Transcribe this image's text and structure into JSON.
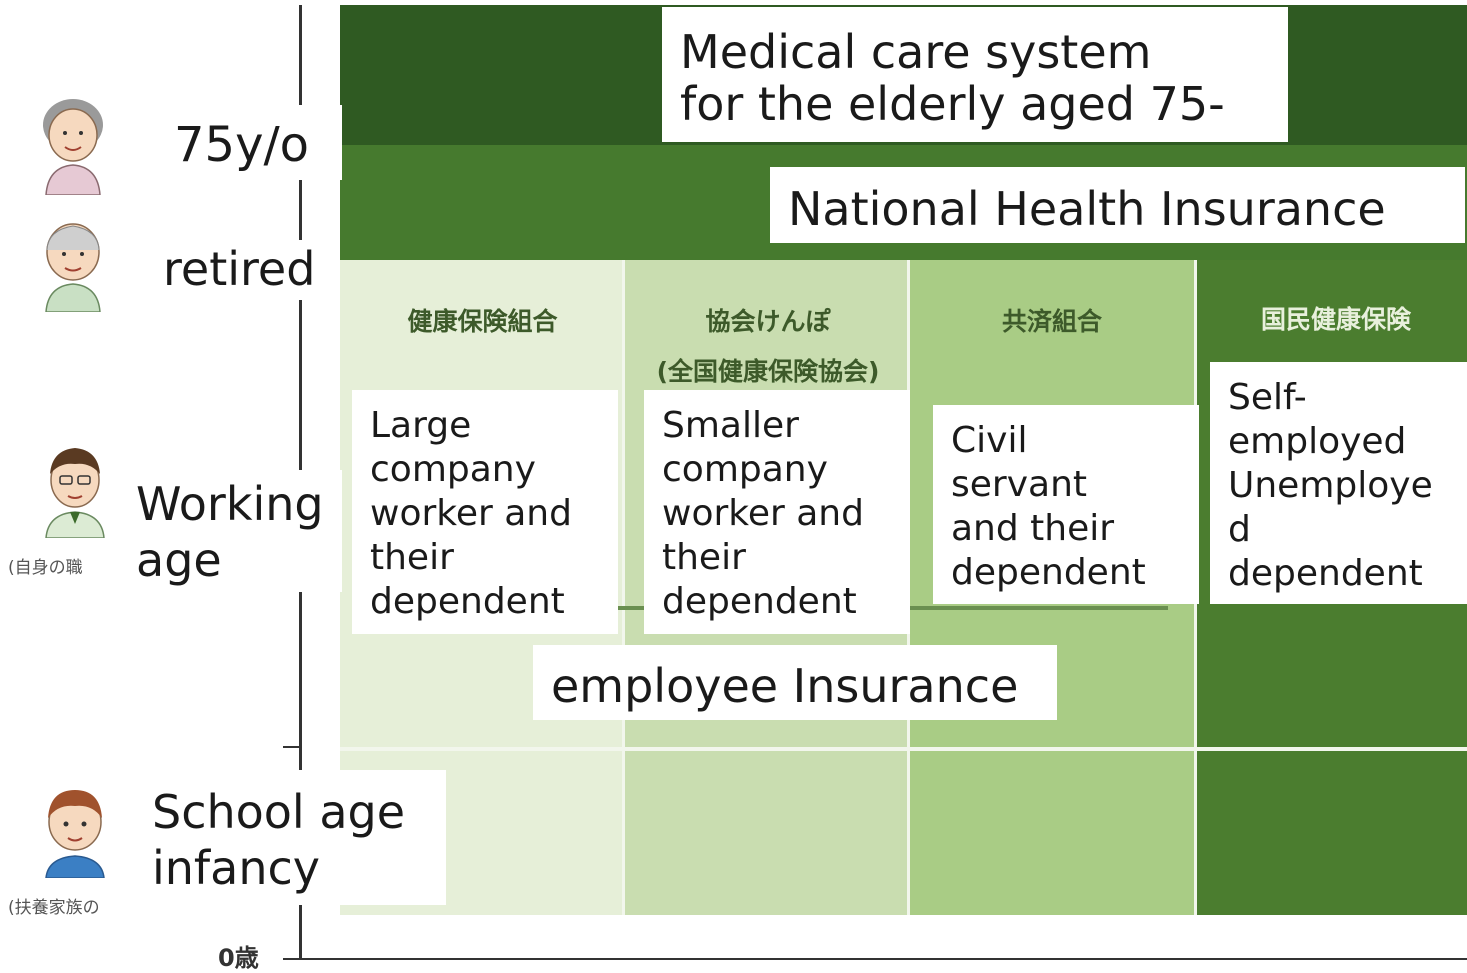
{
  "colors": {
    "top_band": "#2f5a22",
    "nhi_band": "#467a2e",
    "col1": "#e6efd8",
    "col2": "#c9ddb0",
    "col3": "#a9cc85",
    "col4": "#4b7d2f",
    "divider": "#f2f6ec"
  },
  "labels": {
    "elderly_system": [
      "Medical care system",
      "for the elderly aged 75-"
    ],
    "nhi": "National Health Insurance",
    "employee_insurance": "employee Insurance"
  },
  "stages": {
    "age75": "75y/o",
    "retired": "retired",
    "working": [
      "Working",
      "age"
    ],
    "school": [
      "School age",
      "infancy"
    ]
  },
  "columns": [
    {
      "jp": "健康保険組合",
      "jp_sub": "",
      "en": [
        "Large",
        "company",
        "worker and",
        "their",
        "dependent"
      ]
    },
    {
      "jp": "協会けんぽ",
      "jp_sub": "(全国健康保険協会)",
      "en": [
        "Smaller",
        "company",
        "worker and",
        "their",
        "dependent"
      ]
    },
    {
      "jp": "共済組合",
      "jp_sub": "",
      "en": [
        "Civil",
        "servant",
        "and their",
        "dependent"
      ]
    },
    {
      "jp": "国民健康保険",
      "jp_sub": "",
      "en": [
        "Self-",
        "employed",
        "Unemploye",
        "d",
        "dependent"
      ]
    }
  ],
  "captions": {
    "working_caption": "(自身の職",
    "school_caption": "(扶養家族の",
    "zero_age": "0歳"
  },
  "icons": {
    "elderly_woman": "elderly-woman-icon",
    "elderly_man": "elderly-man-icon",
    "adult_man": "adult-man-icon",
    "child": "child-icon"
  }
}
